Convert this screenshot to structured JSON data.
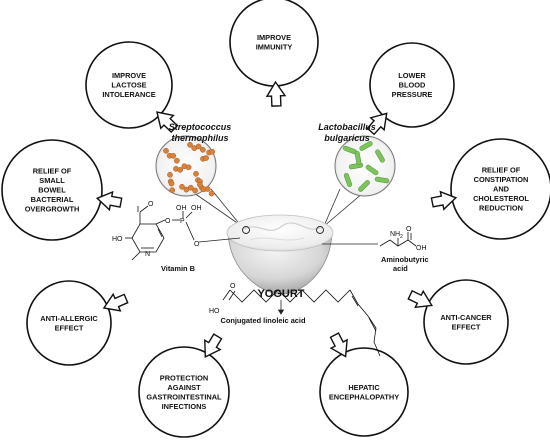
{
  "center": {
    "label": "YOGURT"
  },
  "bacteria": {
    "left": {
      "line1": "Streptococcus",
      "line2": "thermophilus"
    },
    "right": {
      "line1": "Lactobacillus",
      "line2": "bulgaricus"
    }
  },
  "compounds": {
    "vitamin_b": "Vitamin B",
    "aminobutyric": {
      "line1": "Aminobutyric",
      "line2": "acid"
    },
    "cla": "Conjugated linoleic acid"
  },
  "atoms": {
    "HO": "HO",
    "OH": "OH",
    "O": "O",
    "P": "P",
    "N": "N",
    "NH2": "NH",
    "H2sub": "2"
  },
  "benefits": [
    {
      "id": "immunity",
      "lines": [
        "IMPROVE",
        "IMMUNITY"
      ]
    },
    {
      "id": "lactose",
      "lines": [
        "IMPROVE",
        "LACTOSE",
        "INTOLERANCE"
      ]
    },
    {
      "id": "blood-pressure",
      "lines": [
        "LOWER",
        "BLOOD",
        "PRESSURE"
      ]
    },
    {
      "id": "sibo",
      "lines": [
        "RELIEF OF",
        "SMALL",
        "BOWEL",
        "BACTERIAL",
        "OVERGROWTH"
      ]
    },
    {
      "id": "constipation",
      "lines": [
        "RELIEF OF",
        "CONSTIPATION",
        "AND",
        "CHOLESTEROL",
        "REDUCTION"
      ]
    },
    {
      "id": "anti-allergic",
      "lines": [
        "ANTI-ALLERGIC",
        "EFFECT"
      ]
    },
    {
      "id": "anti-cancer",
      "lines": [
        "ANTI-CANCER",
        "EFFECT"
      ]
    },
    {
      "id": "gi-infections",
      "lines": [
        "PROTECTION",
        "AGAINST",
        "GASTROINTESTINAL",
        "INFECTIONS"
      ]
    },
    {
      "id": "hepatic",
      "lines": [
        "HEPATIC",
        "ENCEPHALOPATHY"
      ]
    }
  ]
}
